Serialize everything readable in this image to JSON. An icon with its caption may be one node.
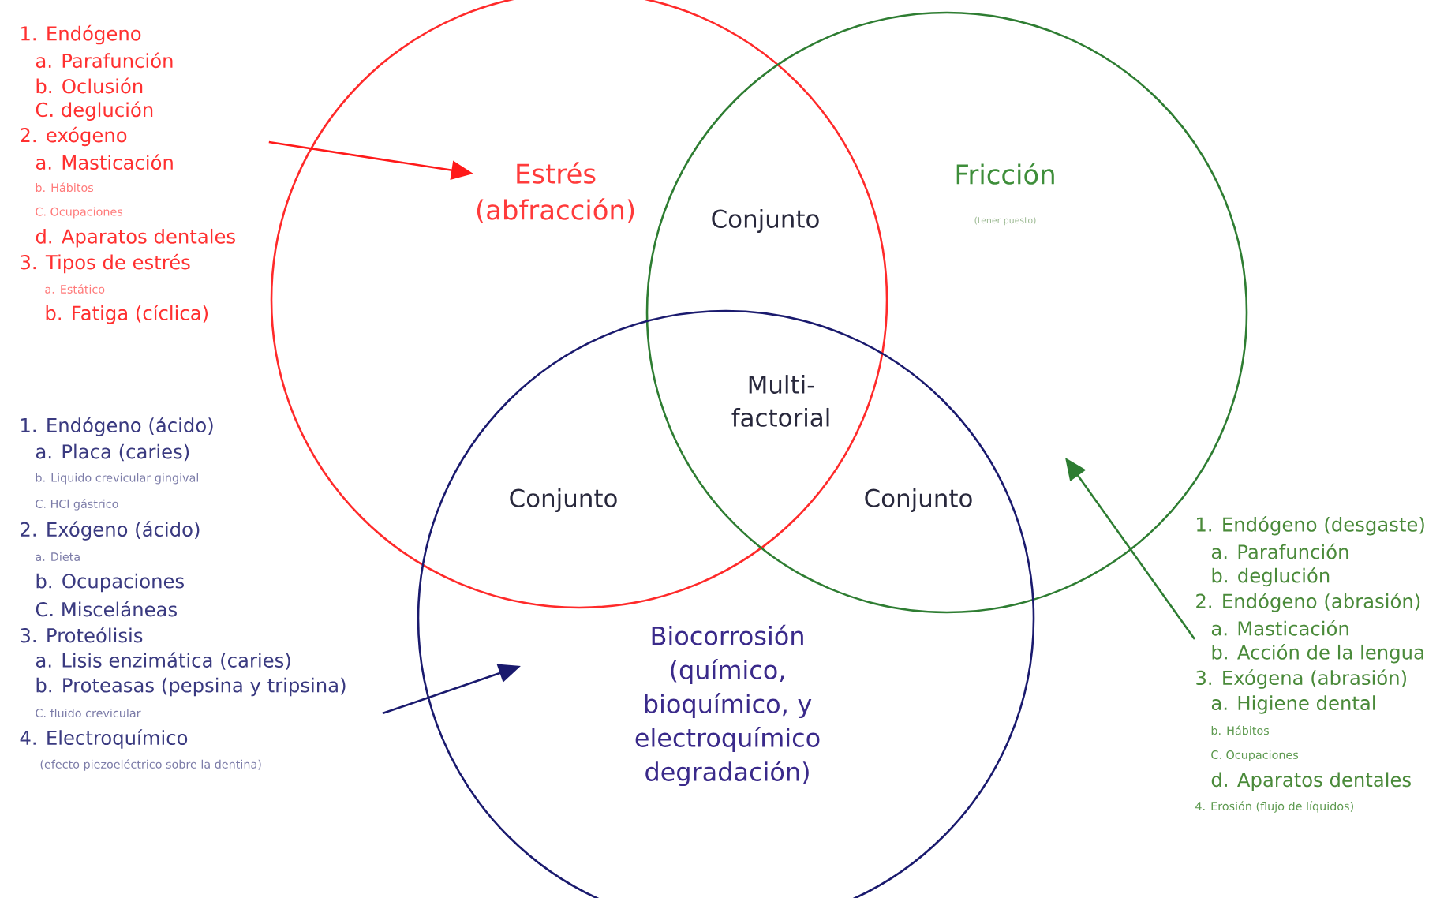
{
  "diagram": {
    "nodes": [
      {
        "text": [
          "Estrés (abfracción)"
        ]
      },
      {
        "text": [
          "Fricción",
          "(tener puesto)"
        ]
      },
      {
        "text": [
          "Biocorrosión (químico, bioquímico, y electroquímico degradación)"
        ]
      },
      {
        "text": [
          "1. Endógeno",
          "a. Parafunción",
          "b. Oclusión",
          "C. deglución",
          "2. exógeno",
          "a. Masticación",
          "b. Hábitos",
          "C. Ocupaciones",
          "d. Aparatos dentales",
          "3. Tipos de estrés",
          "a. Estático",
          "b. Fatiga (cíclica)"
        ]
      },
      {
        "text": [
          "1. Endógeno (ácido)",
          "a. Placa (caries)",
          "b. Liquido crevicular gingival",
          "C. HCl gástrico",
          "2. Exógeno (ácido)",
          "a. Dieta",
          "b. Ocupaciones",
          "C. Misceláneas",
          "3. Proteólisis",
          "a. Lisis enzimática (caries)",
          "b. Proteasas (pepsina y tripsina)",
          "C. fluido crevicular",
          "4. Electroquímico",
          "(efecto piezoeléctrico sobre la dentina)"
        ]
      },
      {
        "text": [
          "1. Endógeno (desgaste)",
          "a. Parafunción",
          "b. deglución",
          "2. Endógeno (abrasión)",
          "a. Masticación",
          "b. Acción de la lengua",
          "3. Exógena (abrasión)",
          "a. Higiene dental",
          "b. Hábitos",
          "C. Ocupaciones",
          "d. Aparatos dentales",
          "4. Erosión (flujo de líquidos)"
        ]
      }
    ],
    "edges": [
      {
        "from": 3,
        "to": 0,
        "arrow": "to",
        "color": "#ff1a1a"
      },
      {
        "from": 4,
        "to": 2,
        "arrow": "to",
        "color": "#1a1a6e"
      },
      {
        "from": 5,
        "to": 1,
        "arrow": "to",
        "color": "#2e7d32"
      }
    ],
    "labels": [
      "Conjunto",
      "Multi- factorial",
      "Conjunto",
      "Conjunto"
    ]
  }
}
